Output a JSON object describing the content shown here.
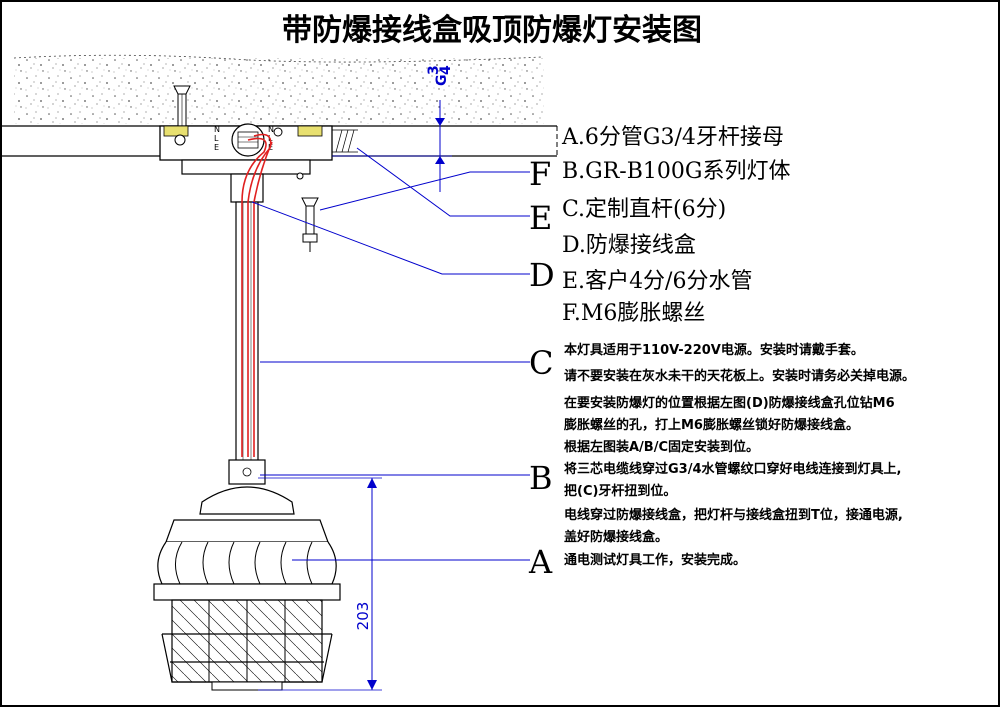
{
  "title": "带防爆接线盒吸顶防爆灯安装图",
  "dimensions": {
    "thread": "G",
    "thread_num": "3",
    "thread_den": "4",
    "height": "203"
  },
  "parts": [
    {
      "label": "A.",
      "text": "6分管G3/4牙杆接母"
    },
    {
      "label": "B.",
      "text": "GR-B100G系列灯体"
    },
    {
      "label": "C.",
      "text": "定制直杆(6分)"
    },
    {
      "label": "D.",
      "text": "防爆接线盒"
    },
    {
      "label": "E.",
      "text": "客户4分/6分水管"
    },
    {
      "label": "F.",
      "text": "M6膨胀螺丝"
    }
  ],
  "callouts": [
    "F",
    "E",
    "D",
    "C",
    "B",
    "A"
  ],
  "box_terms": [
    "N",
    "L",
    "E",
    "N",
    "L",
    "E"
  ],
  "notes": [
    "本灯具适用于110V-220V电源。安装时请戴手套。",
    "请不要安装在灰水未干的天花板上。安装时请务必关掉电源。",
    "在要安装防爆灯的位置根据左图(D)防爆接线盒孔位钻M6",
    "膨胀螺丝的孔，打上M6膨胀螺丝锁好防爆接线盒。",
    "根据左图装A/B/C固定安装到位。",
    "将三芯电缆线穿过G3/4水管螺纹口穿好电线连接到灯具上,",
    "把(C)牙杆扭到位。",
    "电线穿过防爆接线盒，把灯杆与接线盒扭到T位，接通电源,",
    "盖好防爆接线盒。",
    "通电测试灯具工作，安装完成。"
  ],
  "colors": {
    "leader": "#0000cc",
    "wire": "#e02020",
    "ink": "#000000"
  }
}
